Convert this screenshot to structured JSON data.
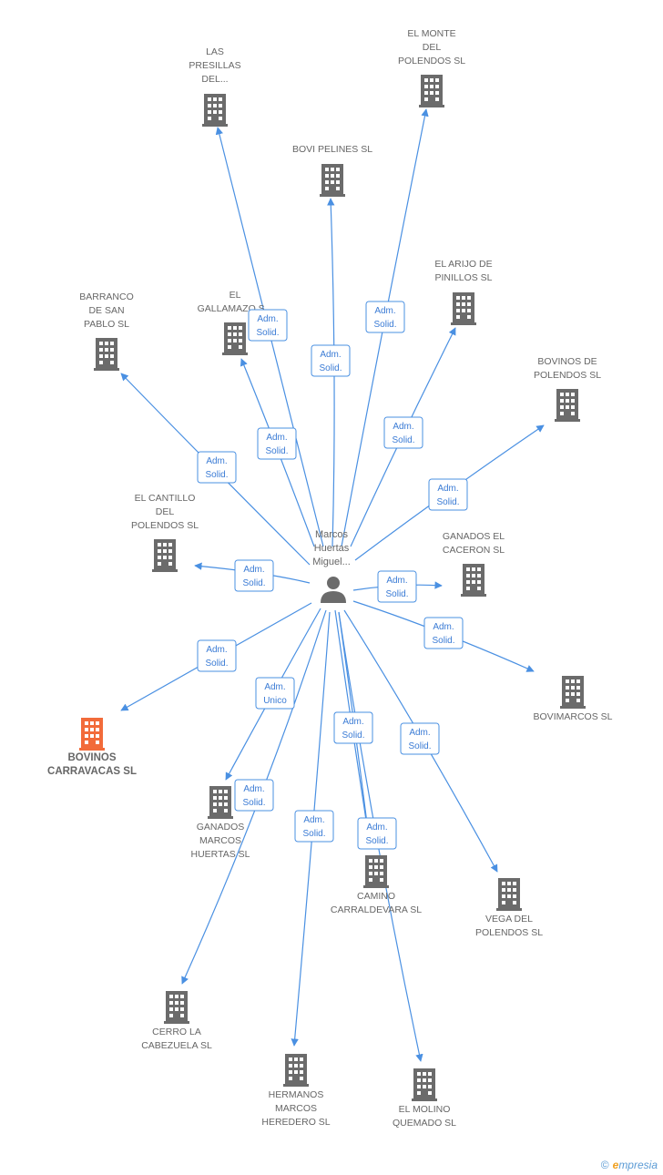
{
  "center": {
    "label_lines": [
      "Marcos",
      "Huertas",
      "Miguel..."
    ],
    "icon": "person-icon"
  },
  "colors": {
    "edge": "#4a90e2",
    "building": "#6b6b6b",
    "highlight_building": "#f26b3a",
    "relation_text": "#3a7bd5"
  },
  "companies": [
    {
      "id": "las-presillas",
      "label_lines": [
        "LAS",
        "PRESILLAS",
        "DEL..."
      ],
      "relation_lines": [
        "Adm.",
        "Solid."
      ],
      "highlight": false
    },
    {
      "id": "el-monte",
      "label_lines": [
        "EL MONTE",
        "DEL",
        "POLENDOS SL"
      ],
      "relation_lines": [
        "Adm.",
        "Solid."
      ],
      "highlight": false
    },
    {
      "id": "bovi-pelines",
      "label_lines": [
        "BOVI PELINES SL"
      ],
      "relation_lines": [
        "Adm.",
        "Solid."
      ],
      "highlight": false
    },
    {
      "id": "el-arijo",
      "label_lines": [
        "EL ARIJO DE",
        "PINILLOS SL"
      ],
      "relation_lines": [
        "Adm.",
        "Solid."
      ],
      "highlight": false
    },
    {
      "id": "barranco",
      "label_lines": [
        "BARRANCO",
        "DE SAN",
        "PABLO SL"
      ],
      "relation_lines": [
        "Adm.",
        "Solid."
      ],
      "highlight": false
    },
    {
      "id": "el-gallamazo",
      "label_lines": [
        "EL",
        "GALLAMAZO S..."
      ],
      "relation_lines": [
        "Adm.",
        "Solid."
      ],
      "highlight": false
    },
    {
      "id": "bovinos-polendos",
      "label_lines": [
        "BOVINOS DE",
        "POLENDOS SL"
      ],
      "relation_lines": [
        "Adm.",
        "Solid."
      ],
      "highlight": false
    },
    {
      "id": "el-cantillo",
      "label_lines": [
        "EL CANTILLO",
        "DEL",
        "POLENDOS SL"
      ],
      "relation_lines": [
        "Adm.",
        "Solid."
      ],
      "highlight": false
    },
    {
      "id": "ganados-caceron",
      "label_lines": [
        "GANADOS EL",
        "CACERON SL"
      ],
      "relation_lines": [
        "Adm.",
        "Solid."
      ],
      "highlight": false
    },
    {
      "id": "bovimarcos",
      "label_lines": [
        "BOVIMARCOS SL"
      ],
      "relation_lines": [
        "Adm.",
        "Solid."
      ],
      "highlight": false
    },
    {
      "id": "bovinos-carravacas",
      "label_lines": [
        "BOVINOS",
        "CARRAVACAS SL"
      ],
      "relation_lines": [
        "Adm.",
        "Solid."
      ],
      "highlight": true
    },
    {
      "id": "ganados-marcos",
      "label_lines": [
        "GANADOS",
        "MARCOS",
        "HUERTAS SL"
      ],
      "relation_lines": [
        "Adm.",
        "Unico"
      ],
      "highlight": false
    },
    {
      "id": "camino-carraldevara",
      "label_lines": [
        "CAMINO",
        "CARRALDEVARA SL"
      ],
      "relation_lines": [
        "Adm.",
        "Solid."
      ],
      "highlight": false
    },
    {
      "id": "vega-polendos",
      "label_lines": [
        "VEGA DEL",
        "POLENDOS SL"
      ],
      "relation_lines": [
        "Adm.",
        "Solid."
      ],
      "highlight": false
    },
    {
      "id": "cerro-cabezuela",
      "label_lines": [
        "CERRO LA",
        "CABEZUELA SL"
      ],
      "relation_lines": [
        "Adm.",
        "Solid."
      ],
      "highlight": false
    },
    {
      "id": "hermanos-marcos",
      "label_lines": [
        "HERMANOS",
        "MARCOS",
        "HEREDERO SL"
      ],
      "relation_lines": [
        "Adm.",
        "Solid."
      ],
      "highlight": false
    },
    {
      "id": "el-molino",
      "label_lines": [
        "EL MOLINO",
        "QUEMADO SL"
      ],
      "relation_lines": [
        "Adm.",
        "Solid."
      ],
      "highlight": false
    },
    {
      "id": "camino-extra",
      "label_lines": [],
      "relation_lines": [
        "Adm.",
        "Solid."
      ],
      "highlight": false
    }
  ],
  "footer": {
    "copyright_symbol": "©",
    "brand_initial": "e",
    "brand_rest": "mpresia"
  }
}
